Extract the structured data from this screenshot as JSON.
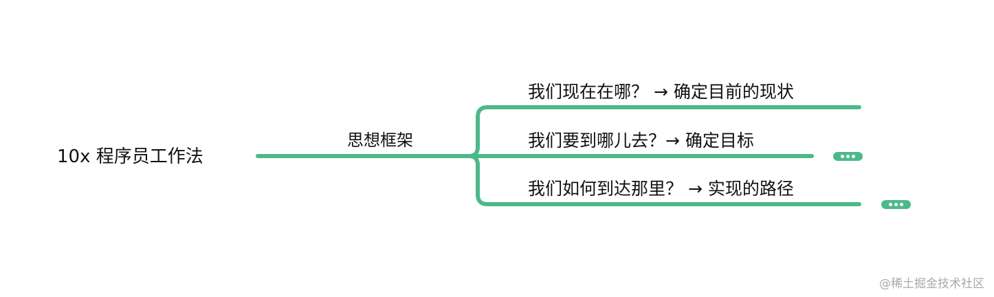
{
  "root": {
    "label": "10x 程序员工作法"
  },
  "branch": {
    "label": "思想框架",
    "children": [
      {
        "label": "我们现在在哪？ → 确定目前的现状",
        "collapsed": false
      },
      {
        "label": "我们要到哪儿去？→ 确定目标",
        "collapsed": true
      },
      {
        "label": "我们如何到达那里？ → 实现的路径",
        "collapsed": true
      }
    ]
  },
  "colors": {
    "branch": "#4cb98a"
  },
  "watermark": "@稀土掘金技术社区"
}
